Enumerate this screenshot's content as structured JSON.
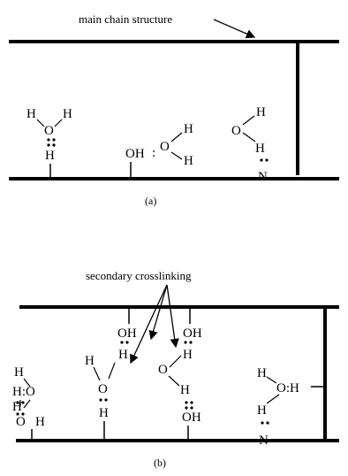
{
  "labels": {
    "main_chain": "main chain structure",
    "secondary": "secondary crosslinking",
    "caption_a": "(a)",
    "caption_b": "(b)"
  },
  "atoms": {
    "H": "H",
    "O": "O",
    "N": "N",
    "OH": "OH",
    "colon": ":",
    "OHcolon": "OH:",
    "HcolonO": "H:O",
    "OcolonH": "O:H"
  }
}
